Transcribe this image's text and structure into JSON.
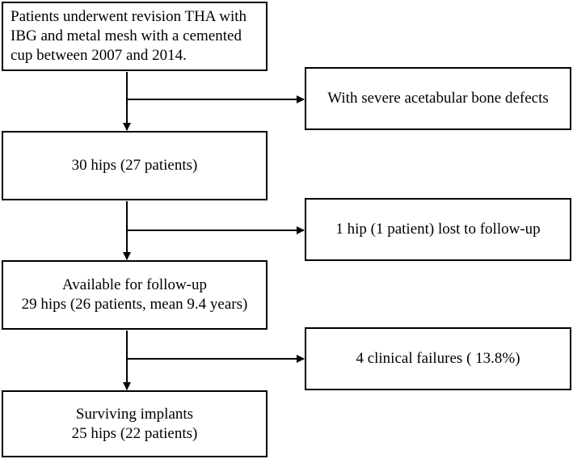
{
  "flow": {
    "start": {
      "lines": [
        "Patients underwent revision THA with",
        "IBG and metal mesh with a cemented",
        "cup between 2007 and 2014."
      ]
    },
    "step2": {
      "lines": [
        "30 hips (27 patients)"
      ]
    },
    "step3": {
      "lines": [
        "Available for follow-up",
        "29 hips (26 patients, mean 9.4 years)"
      ]
    },
    "step4": {
      "lines": [
        "Surviving implants",
        "25 hips (22 patients)"
      ]
    }
  },
  "side": {
    "criteria": "With severe acetabular bone defects",
    "lost": "1 hip (1 patient) lost to follow-up",
    "failures": "4 clinical failures ( 13.8%)"
  }
}
